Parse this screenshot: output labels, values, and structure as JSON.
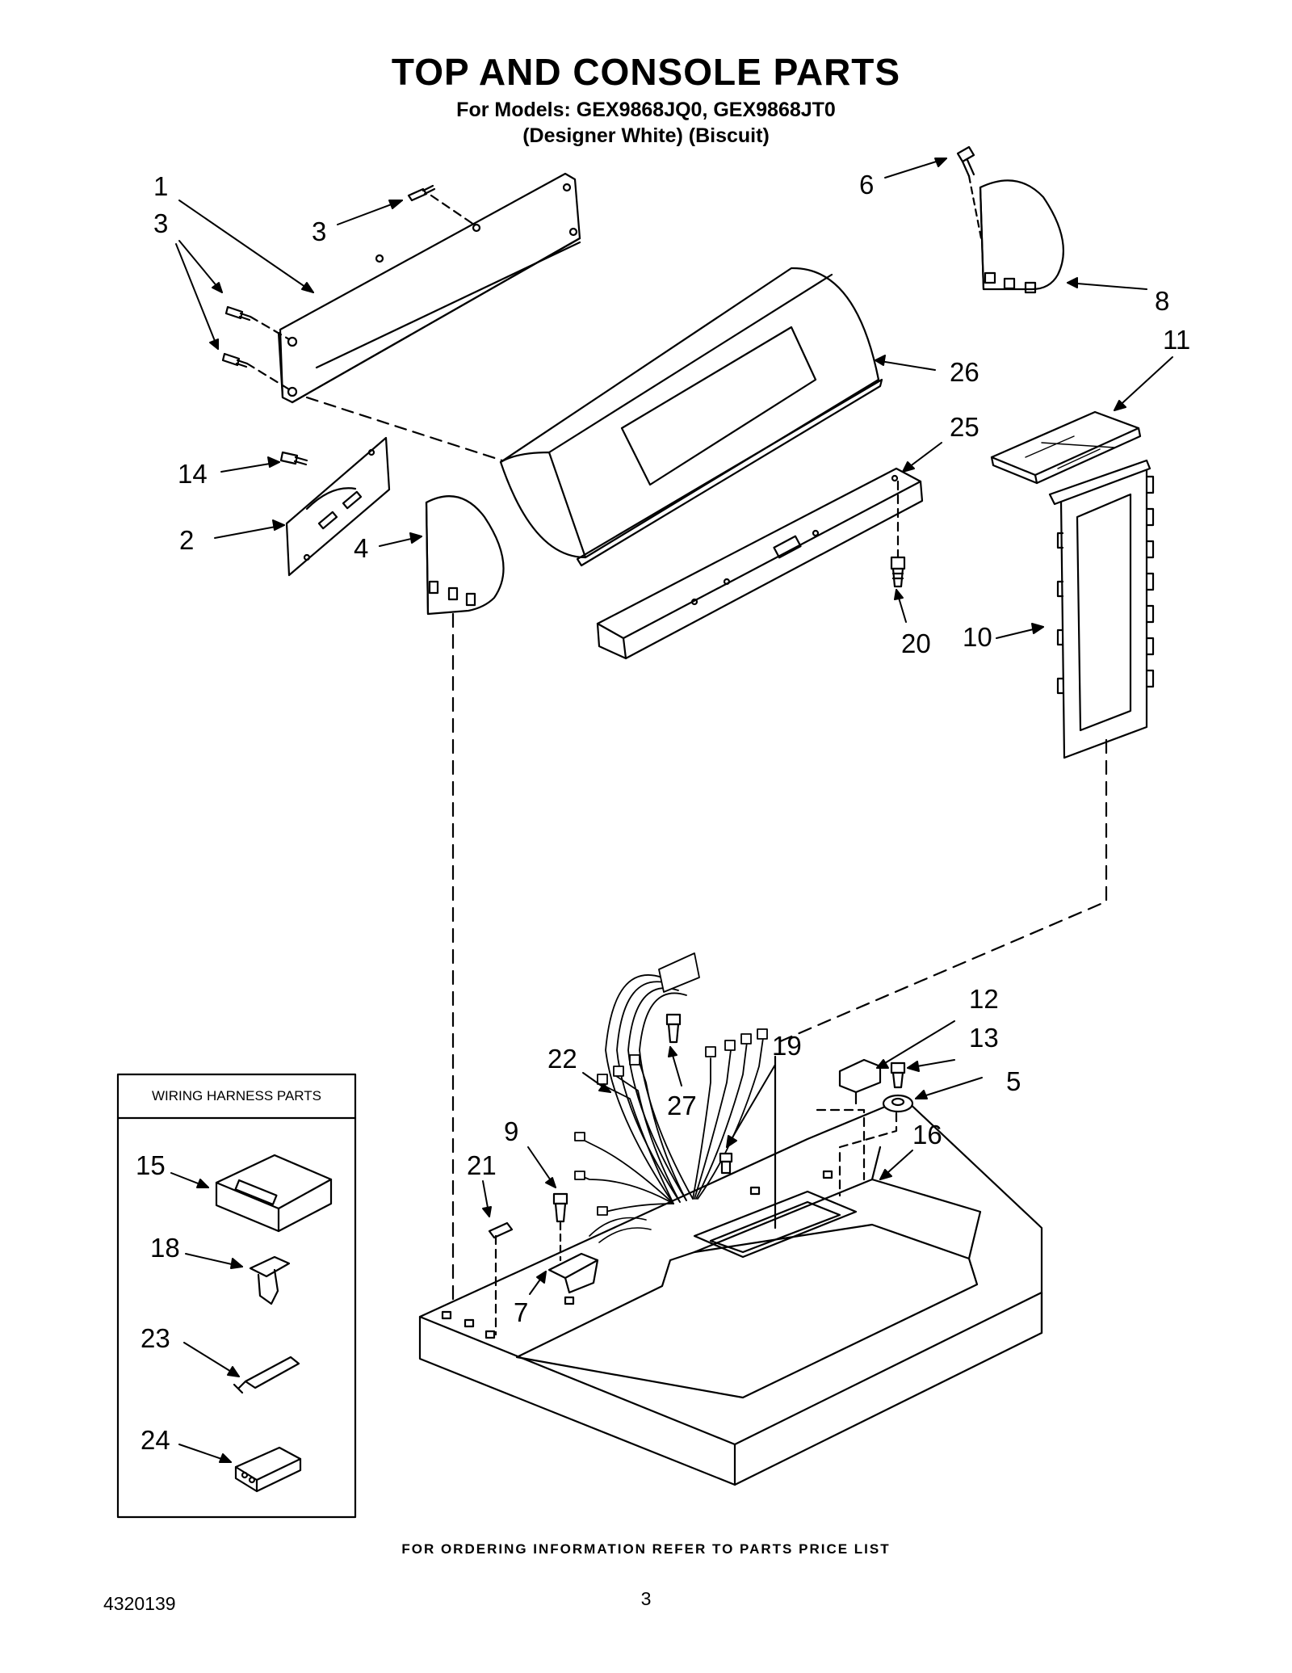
{
  "header": {
    "title": "TOP AND CONSOLE PARTS",
    "models_line": "For Models: GEX9868JQ0, GEX9868JT0",
    "colors_line": "(Designer White)  (Biscuit)"
  },
  "callouts": [
    "1",
    "3",
    "3",
    "6",
    "8",
    "11",
    "26",
    "25",
    "14",
    "2",
    "4",
    "20",
    "10",
    "12",
    "13",
    "5",
    "19",
    "22",
    "27",
    "9",
    "21",
    "16",
    "7",
    "15",
    "18",
    "23",
    "24"
  ],
  "wiring_harness": {
    "title": "WIRING HARNESS PARTS",
    "parts": [
      "15",
      "18",
      "23",
      "24"
    ]
  },
  "footer": {
    "ordering_note": "FOR ORDERING INFORMATION REFER TO PARTS PRICE LIST",
    "document_number": "4320139",
    "page_number": "3"
  }
}
